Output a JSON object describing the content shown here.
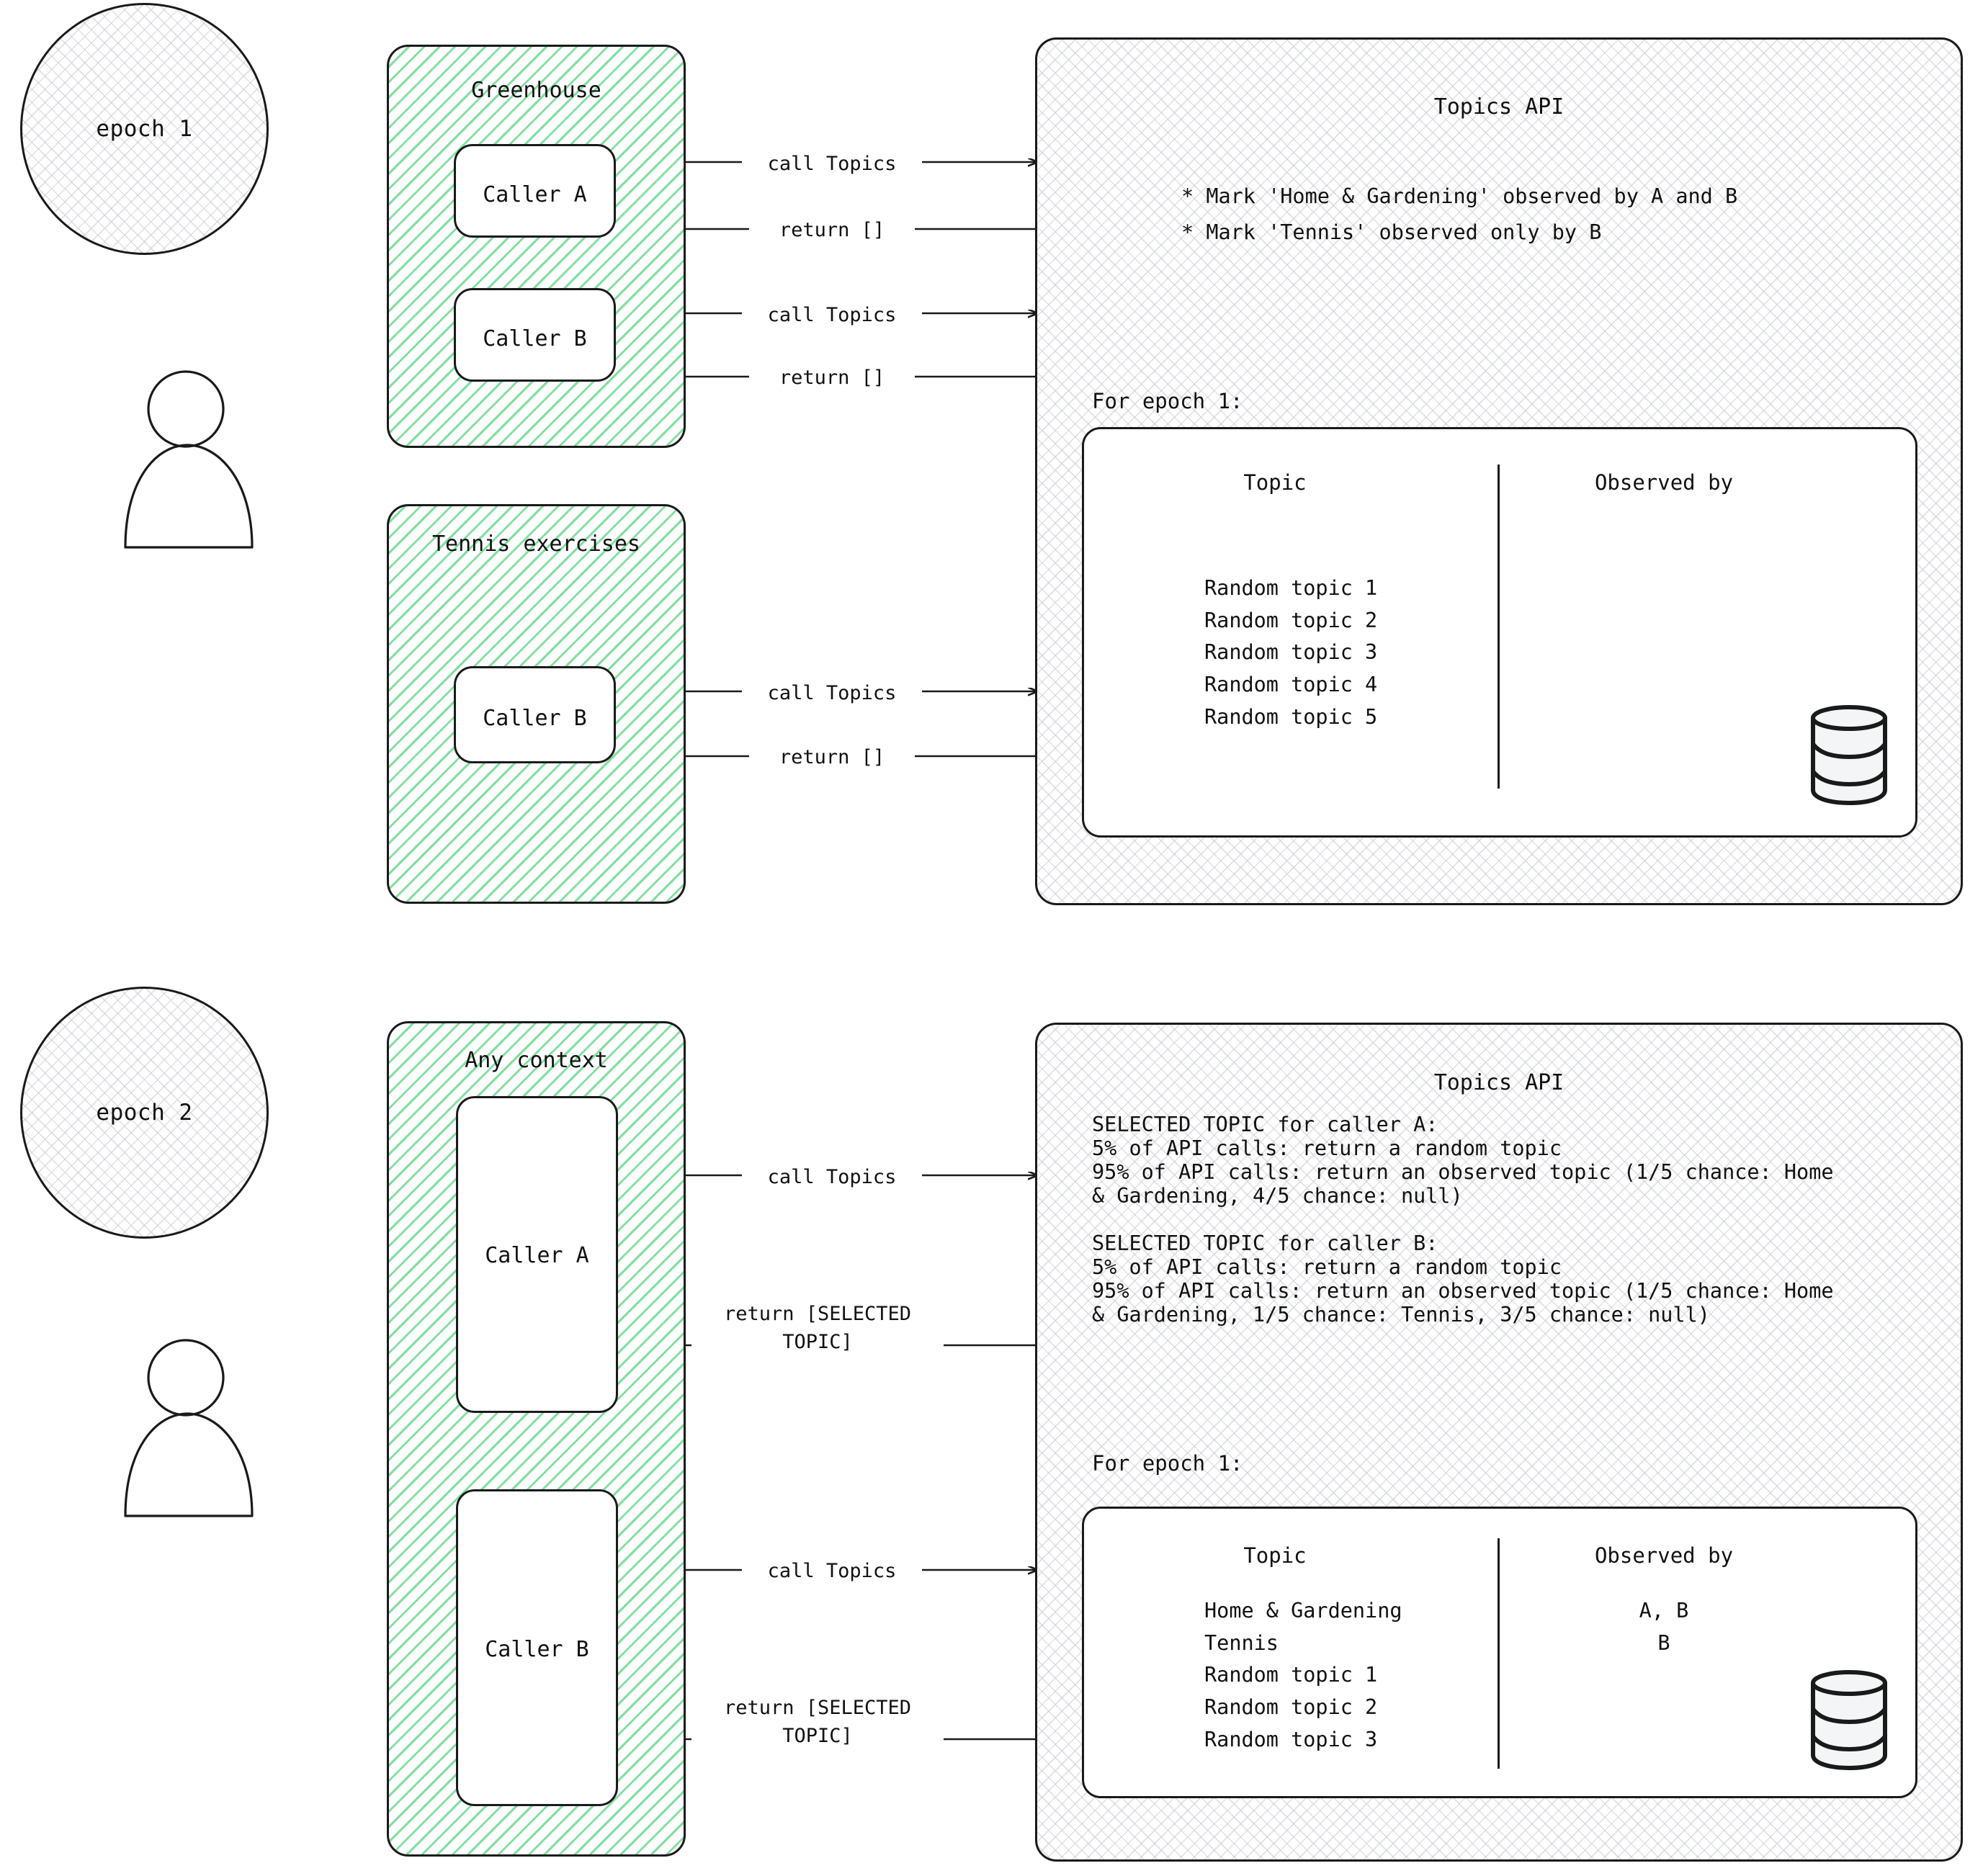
{
  "diagram": {
    "title": "Topics API epochs flow",
    "colors": {
      "hatch_green": "#6ed791",
      "hatch_gray": "#c6c8d2",
      "stroke": "#1a1a1a",
      "paper": "#ffffff"
    }
  },
  "epoch1": {
    "badge": "epoch 1",
    "actor_icon": "person-icon",
    "contexts": [
      {
        "name": "Greenhouse",
        "callers": [
          {
            "label": "Caller A",
            "call": "call Topics",
            "ret": "return []"
          },
          {
            "label": "Caller B",
            "call": "call Topics",
            "ret": "return []"
          }
        ]
      },
      {
        "name": "Tennis exercises",
        "callers": [
          {
            "label": "Caller B",
            "call": "call Topics",
            "ret": "return []"
          }
        ]
      }
    ],
    "api": {
      "title": "Topics API",
      "bullets": [
        "* Mark 'Home & Gardening' observed by A and B",
        "* Mark 'Tennis' observed only by B"
      ],
      "epoch_caption": "For epoch 1:",
      "table": {
        "columns": [
          "Topic",
          "Observed by"
        ],
        "rows": [
          {
            "topic": "Random topic 1",
            "observed_by": ""
          },
          {
            "topic": "Random topic 2",
            "observed_by": ""
          },
          {
            "topic": "Random topic 3",
            "observed_by": ""
          },
          {
            "topic": "Random topic 4",
            "observed_by": ""
          },
          {
            "topic": "Random topic 5",
            "observed_by": ""
          }
        ]
      },
      "storage_icon": "database-icon"
    }
  },
  "epoch2": {
    "badge": "epoch 2",
    "actor_icon": "person-icon",
    "contexts": [
      {
        "name": "Any context",
        "callers": [
          {
            "label": "Caller A",
            "call": "call Topics",
            "ret": "return [SELECTED\nTOPIC]"
          },
          {
            "label": "Caller B",
            "call": "call Topics",
            "ret": "return [SELECTED\nTOPIC]"
          }
        ]
      }
    ],
    "api": {
      "title": "Topics API",
      "paragraphs": [
        "SELECTED TOPIC for caller A:",
        "5% of API calls: return a random topic",
        "95% of API calls: return an observed topic (1/5 chance: Home",
        "& Gardening, 4/5 chance: null)",
        "",
        "SELECTED TOPIC for caller B:",
        "5% of API calls: return a random topic",
        "95% of API calls: return an observed topic (1/5 chance: Home",
        "& Gardening, 1/5 chance: Tennis,  3/5 chance: null)"
      ],
      "epoch_caption": "For epoch 1:",
      "table": {
        "columns": [
          "Topic",
          "Observed by"
        ],
        "rows": [
          {
            "topic": "Home & Gardening",
            "observed_by": "A, B"
          },
          {
            "topic": "Tennis",
            "observed_by": "B"
          },
          {
            "topic": "Random topic 1",
            "observed_by": ""
          },
          {
            "topic": "Random topic 2",
            "observed_by": ""
          },
          {
            "topic": "Random topic 3",
            "observed_by": ""
          }
        ]
      },
      "storage_icon": "database-icon"
    }
  }
}
